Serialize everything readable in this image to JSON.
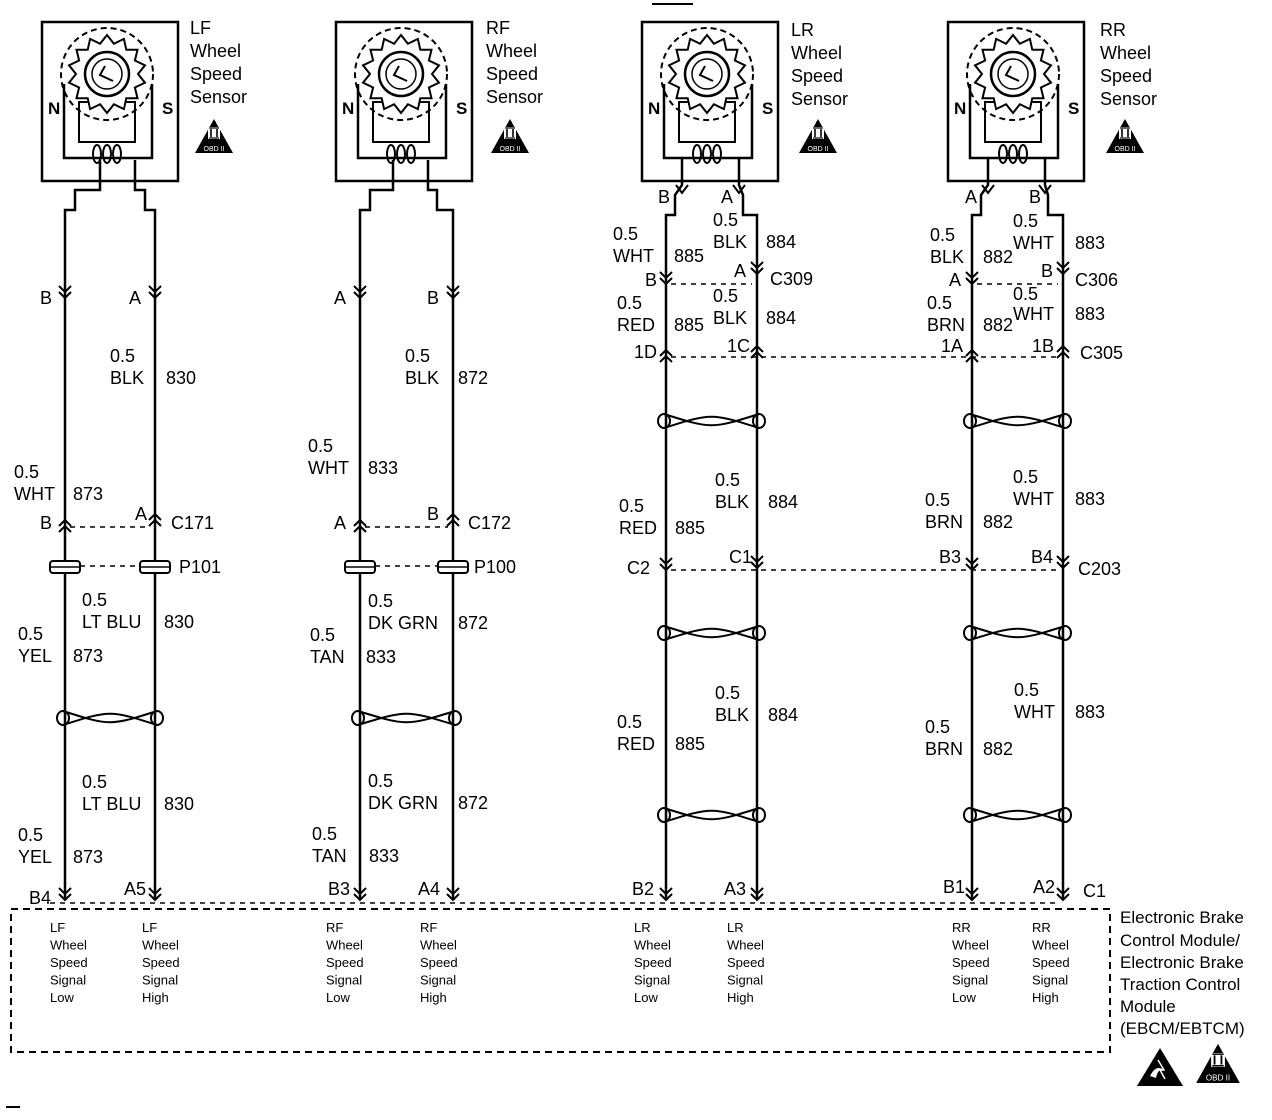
{
  "sensors": [
    {
      "id": "lf",
      "name_lines": [
        "LF",
        "Wheel",
        "Speed",
        "Sensor"
      ],
      "pole_n": "N",
      "pole_s": "S",
      "obd_label": "OBD II"
    },
    {
      "id": "rf",
      "name_lines": [
        "RF",
        "Wheel",
        "Speed",
        "Sensor"
      ],
      "pole_n": "N",
      "pole_s": "S",
      "obd_label": "OBD II"
    },
    {
      "id": "lr",
      "name_lines": [
        "LR",
        "Wheel",
        "Speed",
        "Sensor"
      ],
      "pole_n": "N",
      "pole_s": "S",
      "obd_label": "OBD II"
    },
    {
      "id": "rr",
      "name_lines": [
        "RR",
        "Wheel",
        "Speed",
        "Sensor"
      ],
      "pole_n": "N",
      "pole_s": "S",
      "obd_label": "OBD II"
    }
  ],
  "connectors": {
    "c171": "C171",
    "c172": "C172",
    "c309": "C309",
    "c306": "C306",
    "c305": "C305",
    "p101": "P101",
    "p100": "P100",
    "c203": "C203",
    "c1": "C1"
  },
  "pins": {
    "lf_b_top": "B",
    "lf_a_top": "A",
    "rf_a_top": "A",
    "rf_b_top": "B",
    "lr_b_sensor": "B",
    "lr_a_sensor": "A",
    "rr_a_sensor": "A",
    "rr_b_sensor": "B",
    "c309_b": "B",
    "c309_a": "A",
    "c306_a": "A",
    "c306_b": "B",
    "c305_1d": "1D",
    "c305_1c": "1C",
    "c305_1a": "1A",
    "c305_1b": "1B",
    "c171_b": "B",
    "c171_a": "A",
    "c172_a": "A",
    "c172_b": "B",
    "c203_c2": "C2",
    "c203_c1": "C1",
    "c203_b3": "B3",
    "c203_b4": "B4",
    "c1_b4": "B4",
    "c1_a5": "A5",
    "c1_b3": "B3",
    "c1_a4": "A4",
    "c1_b2": "B2",
    "c1_a3": "A3",
    "c1_b1": "B1",
    "c1_a2": "A2"
  },
  "wires": {
    "lf1": {
      "size": "0.5",
      "color": "BLK",
      "circuit": "830"
    },
    "lf2": {
      "size": "0.5",
      "color": "WHT",
      "circuit": "873"
    },
    "lf3": {
      "size": "0.5",
      "color": "LT BLU",
      "circuit": "830"
    },
    "lf4": {
      "size": "0.5",
      "color": "YEL",
      "circuit": "873"
    },
    "lf5": {
      "size": "0.5",
      "color": "LT BLU",
      "circuit": "830"
    },
    "lf6": {
      "size": "0.5",
      "color": "YEL",
      "circuit": "873"
    },
    "rf1": {
      "size": "0.5",
      "color": "BLK",
      "circuit": "872"
    },
    "rf2": {
      "size": "0.5",
      "color": "WHT",
      "circuit": "833"
    },
    "rf3": {
      "size": "0.5",
      "color": "DK GRN",
      "circuit": "872"
    },
    "rf4": {
      "size": "0.5",
      "color": "TAN",
      "circuit": "833"
    },
    "rf5": {
      "size": "0.5",
      "color": "DK GRN",
      "circuit": "872"
    },
    "rf6": {
      "size": "0.5",
      "color": "TAN",
      "circuit": "833"
    },
    "lr1": {
      "size": "0.5",
      "color": "WHT",
      "circuit": "885"
    },
    "lr2": {
      "size": "0.5",
      "color": "BLK",
      "circuit": "884"
    },
    "lr3": {
      "size": "0.5",
      "color": "RED",
      "circuit": "885"
    },
    "lr4": {
      "size": "0.5",
      "color": "BLK",
      "circuit": "884"
    },
    "lr5": {
      "size": "0.5",
      "color": "BLK",
      "circuit": "884"
    },
    "lr6": {
      "size": "0.5",
      "color": "RED",
      "circuit": "885"
    },
    "lr7": {
      "size": "0.5",
      "color": "BLK",
      "circuit": "884"
    },
    "lr8": {
      "size": "0.5",
      "color": "RED",
      "circuit": "885"
    },
    "rr1": {
      "size": "0.5",
      "color": "BLK",
      "circuit": "882"
    },
    "rr2": {
      "size": "0.5",
      "color": "WHT",
      "circuit": "883"
    },
    "rr3": {
      "size": "0.5",
      "color": "BRN",
      "circuit": "882"
    },
    "rr4": {
      "size": "0.5",
      "color": "WHT",
      "circuit": "883"
    },
    "rr5": {
      "size": "0.5",
      "color": "WHT",
      "circuit": "883"
    },
    "rr6": {
      "size": "0.5",
      "color": "BRN",
      "circuit": "882"
    },
    "rr7": {
      "size": "0.5",
      "color": "WHT",
      "circuit": "883"
    },
    "rr8": {
      "size": "0.5",
      "color": "BRN",
      "circuit": "882"
    }
  },
  "module": {
    "title_lines": [
      "Electronic Brake",
      "Control Module/",
      "Electronic Brake",
      "Traction Control",
      "Module",
      "(EBCM/EBTCM)"
    ],
    "obd_label": "OBD II",
    "esd_label": "ESD",
    "signals": [
      {
        "id": "lf_low",
        "lines": [
          "LF",
          "Wheel",
          "Speed",
          "Signal",
          "Low"
        ]
      },
      {
        "id": "lf_high",
        "lines": [
          "LF",
          "Wheel",
          "Speed",
          "Signal",
          "High"
        ]
      },
      {
        "id": "rf_low",
        "lines": [
          "RF",
          "Wheel",
          "Speed",
          "Signal",
          "Low"
        ]
      },
      {
        "id": "rf_high",
        "lines": [
          "RF",
          "Wheel",
          "Speed",
          "Signal",
          "High"
        ]
      },
      {
        "id": "lr_low",
        "lines": [
          "LR",
          "Wheel",
          "Speed",
          "Signal",
          "Low"
        ]
      },
      {
        "id": "lr_high",
        "lines": [
          "LR",
          "Wheel",
          "Speed",
          "Signal",
          "High"
        ]
      },
      {
        "id": "rr_low",
        "lines": [
          "RR",
          "Wheel",
          "Speed",
          "Signal",
          "Low"
        ]
      },
      {
        "id": "rr_high",
        "lines": [
          "RR",
          "Wheel",
          "Speed",
          "Signal",
          "High"
        ]
      }
    ]
  }
}
